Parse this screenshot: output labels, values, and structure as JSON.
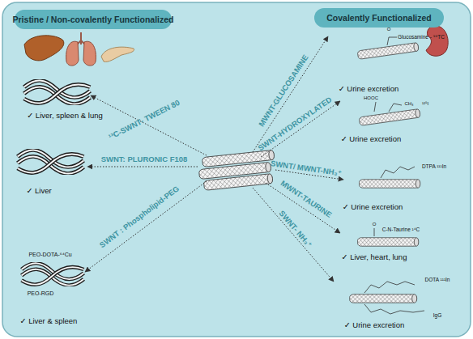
{
  "diagram": {
    "nodes": [
      {
        "text": [
          "Pristine /  Non-covalently Functionalized"
        ]
      },
      {
        "text": [
          "Covalently Functionalized"
        ]
      }
    ],
    "labels": [
      "¹³C-SWNT- TWEEN 80",
      "✓ Liver, spleen & lung",
      "SWNT: PLURONIC F108",
      "✓ Liver",
      "SWNT : Phospholipid-PEG",
      "PEO-DOTA-⁶⁴Cu",
      "PEO-RGD",
      "✓ Liver & spleen",
      "MWNT-GLUCOSAMINE",
      "O",
      "Glucosamine - ⁹⁹TC",
      "✓ Urine excretion",
      "SWNT-HYDROXYLATED",
      "HOOC",
      "CH₃",
      "¹²⁵I",
      "✓ Urine excretion",
      "SWNT/ MWNT-NH₃⁺",
      "DTPA ¹¹¹In",
      "✓ Urine excretion",
      "MWNT-TAURINE",
      "O",
      "C-N-Taurine ¹⁴C",
      "✓ Liver, heart, lung",
      "SWNT- NH₃⁺",
      "DOTA ¹¹¹In",
      "IgG",
      "✓ Urine excretion"
    ]
  }
}
